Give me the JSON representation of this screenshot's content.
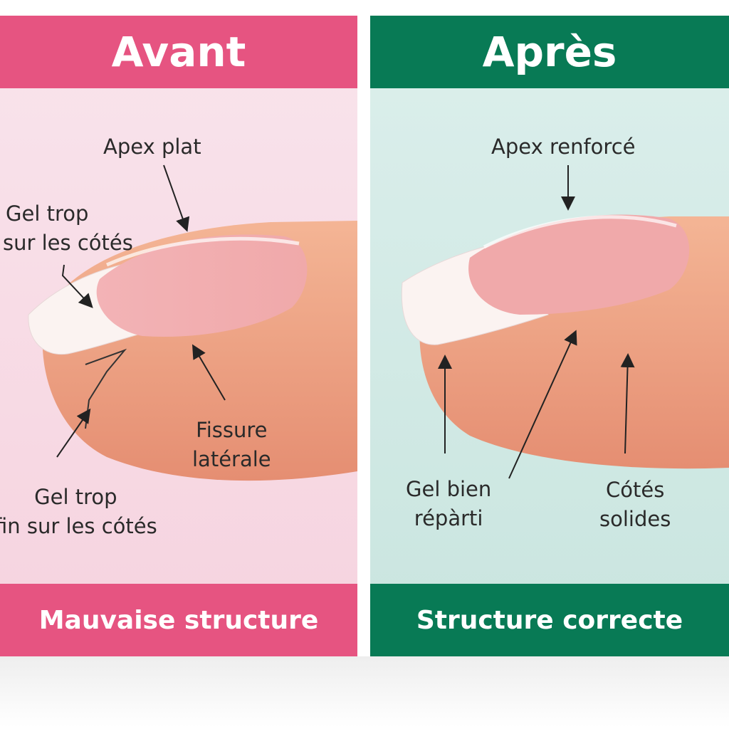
{
  "before": {
    "title": "Avant",
    "footer": "Mauvaise structure",
    "labels": {
      "apex": "Apex plat",
      "sides_top_1": "Gel trop",
      "sides_top_2": "sur les cótés",
      "crack_1": "Fissure",
      "crack_2": "latérale",
      "sides_bottom_1": "Gel trop",
      "sides_bottom_2": "fin sur les cótés"
    }
  },
  "after": {
    "title": "Après",
    "footer": "Structure correcte",
    "labels": {
      "apex": "Apex renforcé",
      "even_1": "Gel bien",
      "even_2": "répàrti",
      "sides_1": "Cótés",
      "sides_2": "solides"
    }
  },
  "colors": {
    "before_accent": "#e65481",
    "after_accent": "#087a55"
  }
}
